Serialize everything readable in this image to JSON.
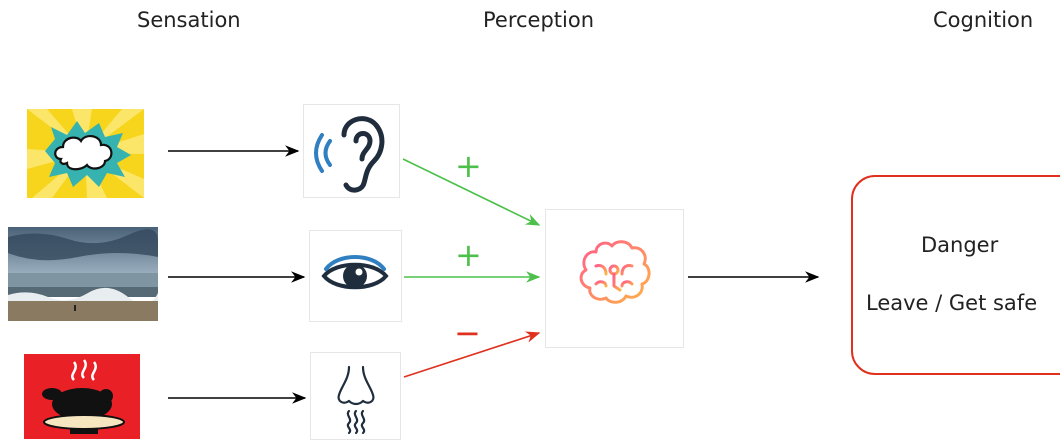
{
  "headings": {
    "sensation": "Sensation",
    "perception": "Perception",
    "cognition": "Cognition"
  },
  "stimuli": [
    {
      "name": "explosion-sound",
      "icon": "comic-explosion-cloud"
    },
    {
      "name": "stormy-sea",
      "icon": "beach-storm-photo"
    },
    {
      "name": "burning-food",
      "icon": "smoking-roast-chicken"
    }
  ],
  "senses": [
    {
      "name": "hearing",
      "icon": "ear-icon",
      "signal": "+"
    },
    {
      "name": "sight",
      "icon": "eye-icon",
      "signal": "+"
    },
    {
      "name": "smell",
      "icon": "nose-icon",
      "signal": "−"
    }
  ],
  "perception": {
    "icon": "brain-icon"
  },
  "cognition": {
    "line1": "Danger",
    "line2": "Leave / Get safe"
  },
  "colors": {
    "positive": "#4cc04a",
    "negative": "#e0301e",
    "arrow": "#000000",
    "cognition_border": "#e0301e",
    "icon_dark": "#1f2d3d",
    "icon_blue": "#2f7fc1",
    "brain_gradient_start": "#ff5e8a",
    "brain_gradient_end": "#ffb347"
  }
}
